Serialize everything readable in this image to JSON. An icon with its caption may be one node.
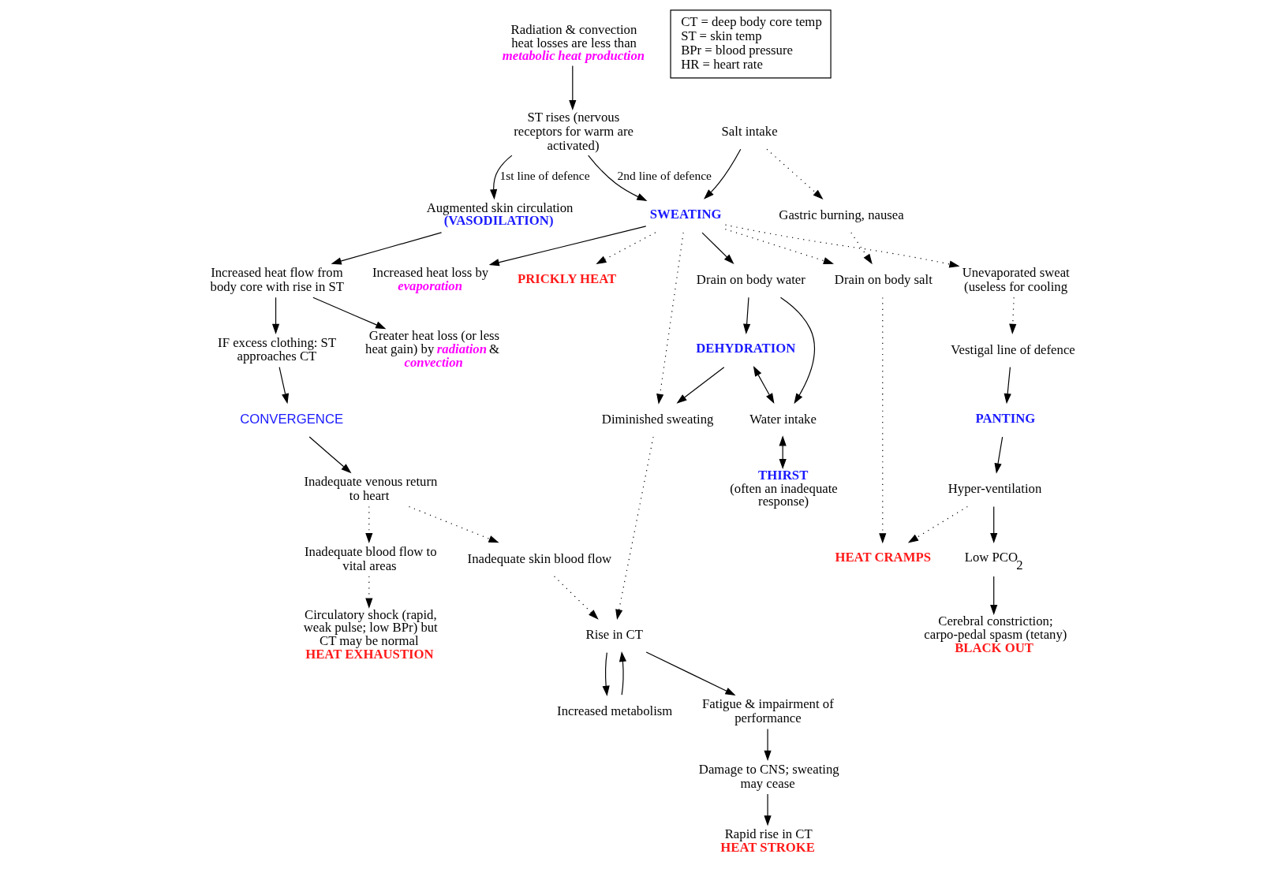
{
  "diagram": {
    "nodes": [
      {
        "text": [
          "Radiation & convection heat losses are less than **metabolic heat production**"
        ]
      },
      {
        "text": [
          "ST rises (nervous receptors for warm are activated)"
        ]
      },
      {
        "text": [
          "Increased heat loss by **evaporation**"
        ]
      },
      {
        "text": [
          "Greater heat loss (or less heat gain) by **radiation** & **convection**"
        ]
      },
      {
        "text": [
          "Vestigal line of defence"
        ]
      },
      {
        "text": [
          "Unevaporated sweat (useless for cooling"
        ]
      },
      {
        "text": [
          "Increased heat flow from body core with rise in ST"
        ]
      },
      {
        "text": [
          "PANTING"
        ]
      },
      {
        "text": [
          "Augmented skin circulation",
          "(VASODILATION)"
        ]
      },
      {
        "text": [
          "PRICKLY HEAT"
        ]
      },
      {
        "text": [
          "SWEATING"
        ]
      },
      {
        "text": [
          "Salt intake"
        ]
      },
      {
        "text": [
          "Gastric burning, nausea"
        ]
      },
      {
        "text": [
          "Drain on body salt"
        ]
      },
      {
        "text": [
          "Hyper-ventilation"
        ]
      },
      {
        "text": [
          "IF excess clothing: ST approaches CT"
        ]
      },
      {
        "text": [
          "Drain on body water"
        ]
      },
      {
        "text": [
          "Water intake"
        ]
      },
      {
        "text": [
          "HEAT CRAMPS"
        ]
      },
      {
        "text": [
          "CONVERGENCE"
        ]
      },
      {
        "text": [
          "Inadequate venous return to heart"
        ]
      },
      {
        "text": [
          "DEHYDRATION"
        ]
      },
      {
        "text": [
          "Inadequate blood flow to vital areas"
        ]
      },
      {
        "text": [
          "Inadequate skin blood flow"
        ]
      },
      {
        "text": [
          "Diminished sweating"
        ]
      },
      {
        "text": [
          "THIRST",
          "(often an inadequate response)"
        ]
      },
      {
        "text": [
          "Low PCO$_{2}$"
        ]
      },
      {
        "text": [
          "Rise in CT"
        ]
      },
      {
        "text": [
          "Increased metabolism"
        ]
      },
      {
        "text": [
          "Circulatory shock (rapid, weak pulse; low BPr) but CT may be normal",
          "HEAT EXHAUSTION"
        ]
      },
      {
        "text": [
          "Fatigue & impairment of performance"
        ]
      },
      {
        "text": [
          "Cerebral constriction; carpo-pedal spasm (tetany)",
          "BLACK OUT"
        ]
      },
      {
        "text": [
          "Damage to CNS; sweating may cease"
        ]
      },
      {
        "text": [
          "Rapid rise in CT",
          "HEAT STROKE"
        ]
      },
      {
        "text": [
          "CT = deep body core temp",
          "ST = skin temp",
          "BPr = blood pressure",
          "HR = heart rate"
        ]
      }
    ],
    "edges": [
      {
        "from": 0,
        "to": 1,
        "arrow": "to"
      },
      {
        "from": 1,
        "to": 8,
        "arrow": "to",
        "label": "1st line of defence"
      },
      {
        "from": 1,
        "to": 10,
        "arrow": "to",
        "label": "2nd line of defence"
      },
      {
        "from": 10,
        "to": 2,
        "arrow": "to"
      },
      {
        "from": 10,
        "to": 5,
        "arrow": "to",
        "style": "dashed"
      },
      {
        "from": 5,
        "to": 4,
        "arrow": "to",
        "style": "dashed"
      },
      {
        "from": 4,
        "to": 7,
        "arrow": "to"
      },
      {
        "from": 7,
        "to": 14,
        "arrow": "to"
      },
      {
        "from": 14,
        "to": 18,
        "arrow": "to",
        "style": "dashed"
      },
      {
        "from": 14,
        "to": 26,
        "arrow": "to"
      },
      {
        "from": 26,
        "to": 31,
        "arrow": "to"
      },
      {
        "from": 8,
        "to": 6,
        "arrow": "to"
      },
      {
        "from": 6,
        "to": 3,
        "arrow": "to"
      },
      {
        "from": 6,
        "to": 15,
        "arrow": "to"
      },
      {
        "from": 15,
        "to": 19,
        "arrow": "to"
      },
      {
        "from": 19,
        "to": 20,
        "arrow": "to"
      },
      {
        "from": 20,
        "to": 22,
        "arrow": "to",
        "style": "dashed"
      },
      {
        "from": 20,
        "to": 23,
        "arrow": "to",
        "style": "dashed"
      },
      {
        "from": 22,
        "to": 29,
        "arrow": "to",
        "style": "dashed"
      },
      {
        "from": 23,
        "to": 27,
        "arrow": "to",
        "style": "dashed"
      },
      {
        "from": 11,
        "to": 10,
        "arrow": "to"
      },
      {
        "from": 11,
        "to": 12,
        "arrow": "to",
        "style": "dashed"
      },
      {
        "from": 12,
        "to": 13,
        "arrow": "to",
        "style": "dashed"
      },
      {
        "from": 10,
        "to": 9,
        "arrow": "to",
        "style": "dashed"
      },
      {
        "from": 10,
        "to": 13,
        "arrow": "to",
        "style": "dashed"
      },
      {
        "from": 10,
        "to": 16,
        "arrow": "to"
      },
      {
        "from": 13,
        "to": 18,
        "arrow": "to",
        "style": "dashed"
      },
      {
        "from": 16,
        "to": 17,
        "arrow": "to"
      },
      {
        "from": 16,
        "to": 21,
        "arrow": "to"
      },
      {
        "from": 21,
        "to": 17,
        "arrow": "both"
      },
      {
        "from": 17,
        "to": 25,
        "arrow": "both"
      },
      {
        "from": 21,
        "to": 24,
        "arrow": "to"
      },
      {
        "from": 10,
        "to": 24,
        "arrow": "to",
        "style": "dashed"
      },
      {
        "from": 24,
        "to": 27,
        "arrow": "to",
        "style": "dashed"
      },
      {
        "from": 27,
        "to": 28,
        "arrow": "to"
      },
      {
        "from": 28,
        "to": 27,
        "arrow": "to"
      },
      {
        "from": 27,
        "to": 30,
        "arrow": "to"
      },
      {
        "from": 30,
        "to": 32,
        "arrow": "to"
      },
      {
        "from": 32,
        "to": 33,
        "arrow": "to"
      }
    ]
  }
}
